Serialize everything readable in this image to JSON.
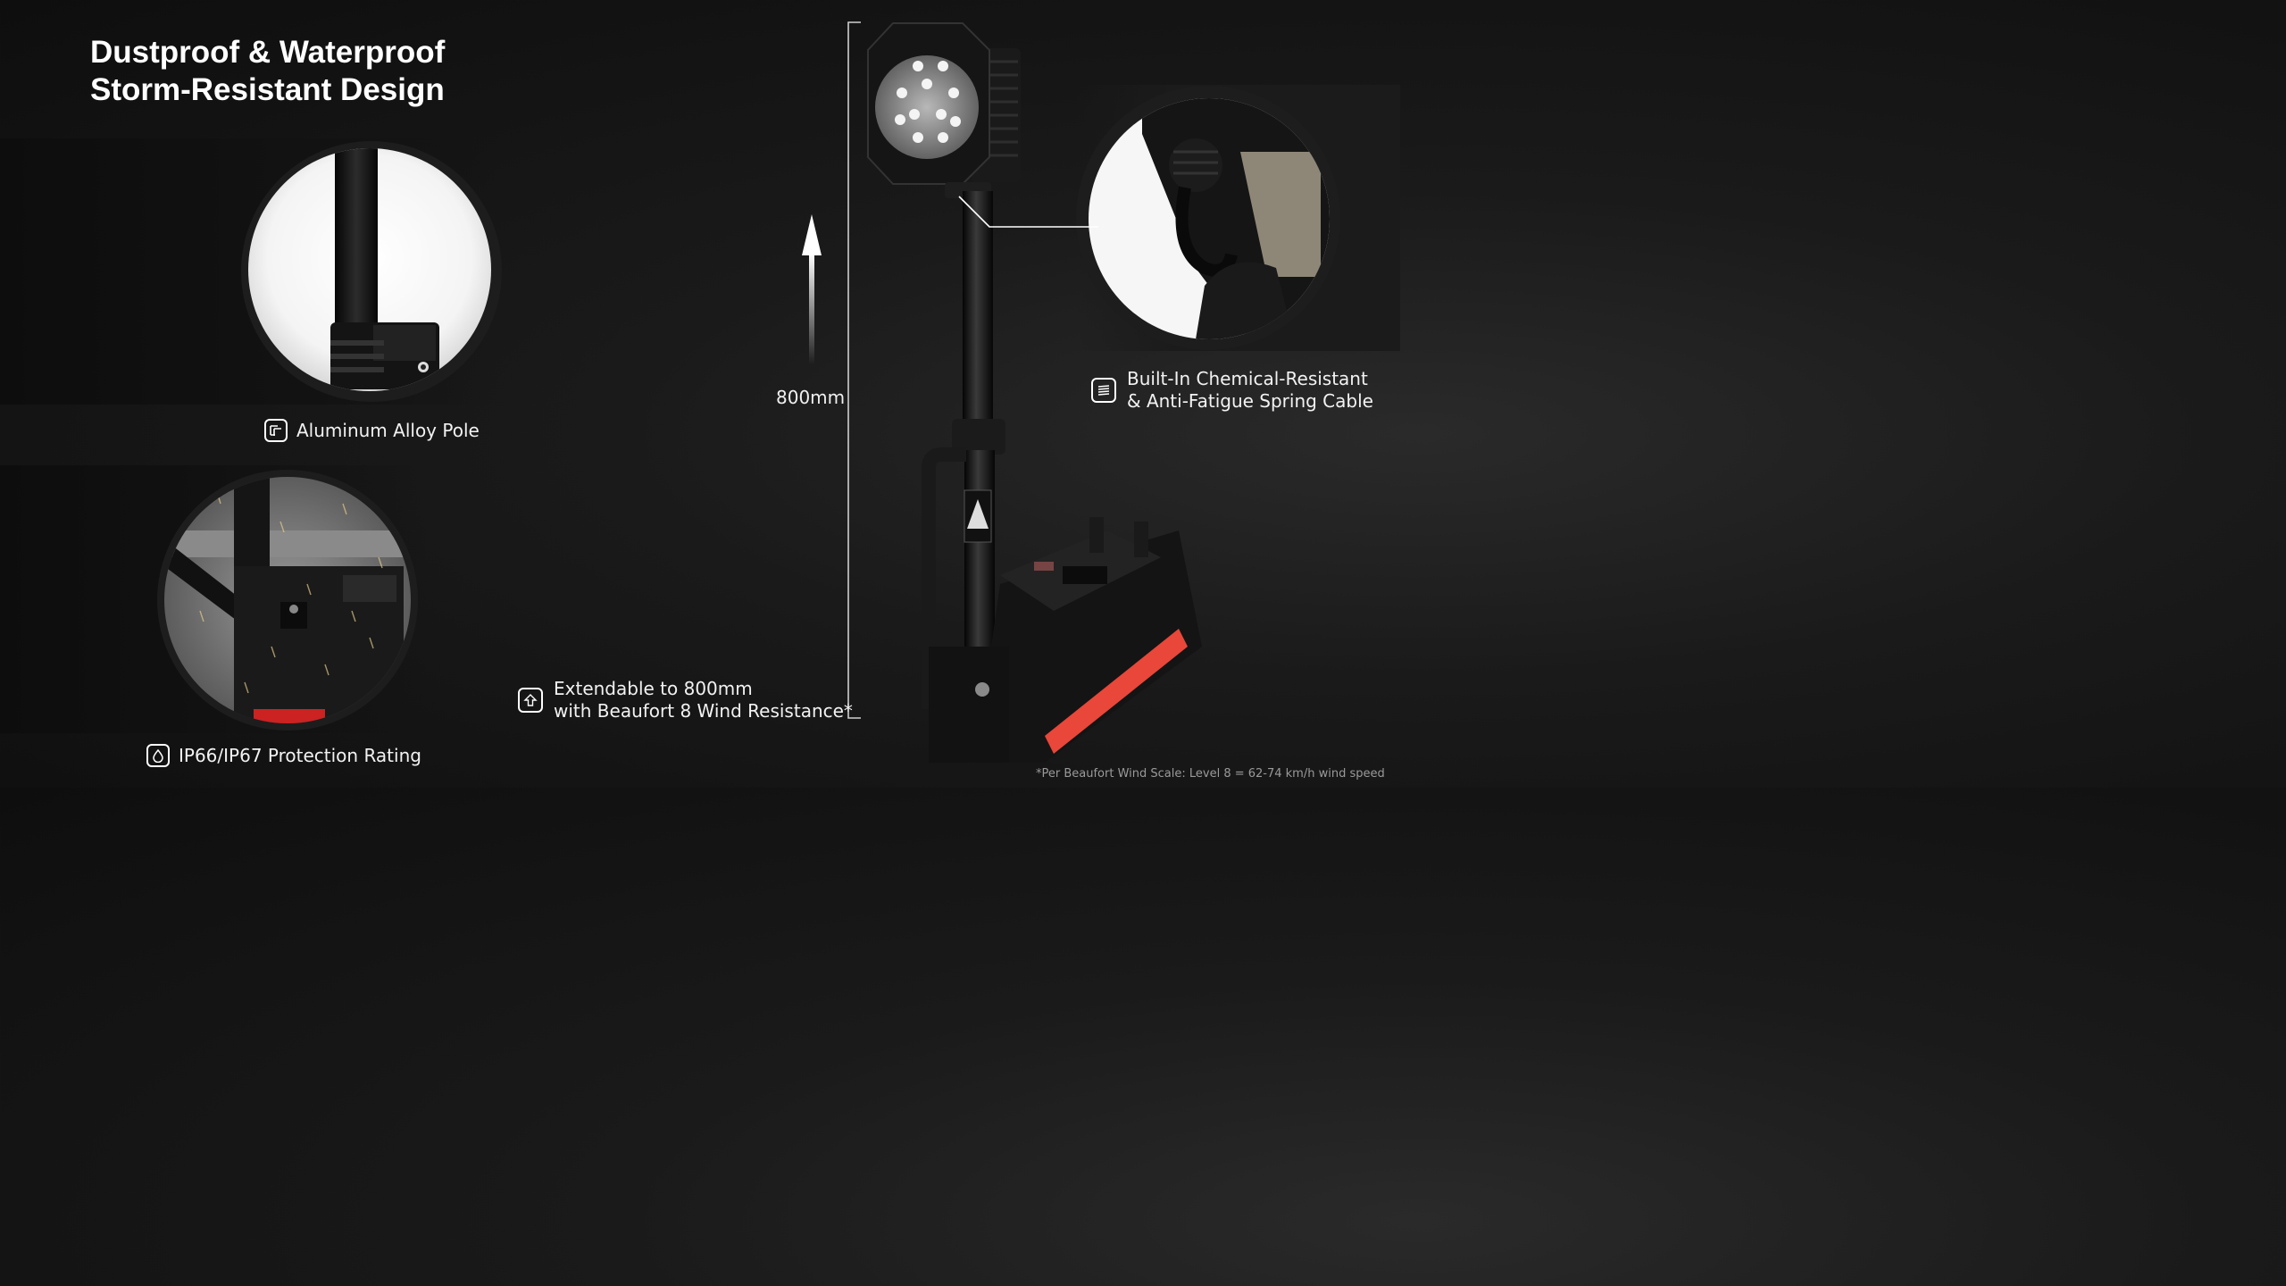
{
  "title": {
    "line1": "Dustproof & Waterproof",
    "line2": "Storm-Resistant Design"
  },
  "features": {
    "pole": {
      "label": "Aluminum Alloy Pole",
      "icon": "pole-icon"
    },
    "rating": {
      "label": "IP66/IP67 Protection Rating",
      "icon": "droplet-shield-icon"
    },
    "cable": {
      "line1": "Built-In Chemical-Resistant",
      "line2": "& Anti-Fatigue Spring Cable",
      "icon": "cable-coil-icon"
    },
    "extend": {
      "line1": "Extendable to 800mm",
      "line2": "with Beaufort 8 Wind Resistance*",
      "icon": "up-arrow-icon"
    }
  },
  "dimension": {
    "label": "800mm"
  },
  "footnote": "*Per Beaufort Wind Scale: Level 8 = 62-74 km/h wind speed",
  "colors": {
    "accent": "#e8473a",
    "background": "#141414",
    "text": "#ffffff"
  }
}
